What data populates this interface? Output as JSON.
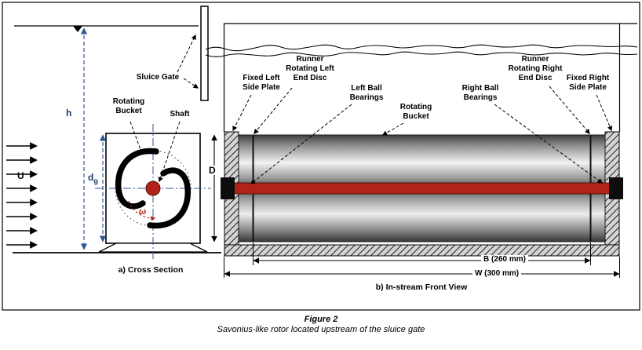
{
  "figure": {
    "title": "Figure 2",
    "subtitle": "Savonius-like rotor located upstream of the sluice gate"
  },
  "cross_section": {
    "caption": "a) Cross Section",
    "sluice_gate_label": "Sluice Gate",
    "rotating_bucket_label": [
      "Rotating",
      "Bucket"
    ],
    "shaft_label": "Shaft",
    "water_depth_symbol": "h",
    "flow_velocity_symbol": "U",
    "gate_opening_symbol": "d",
    "gate_opening_subscript": "g",
    "angular_velocity_symbol": "ω"
  },
  "front_view": {
    "caption": "b) In-stream Front View",
    "fixed_left_side_plate_label": [
      "Fixed Left",
      "Side Plate"
    ],
    "runner_left_end_disc_label": [
      "Runner",
      "Rotating Left",
      "End Disc"
    ],
    "left_ball_bearings_label": [
      "Left Ball",
      "Bearings"
    ],
    "rotating_bucket_label": [
      "Rotating",
      "Bucket"
    ],
    "right_ball_bearings_label": [
      "Right Ball",
      "Bearings"
    ],
    "runner_right_end_disc_label": [
      "Runner",
      "Rotating Right",
      "End Disc"
    ],
    "fixed_right_side_plate_label": [
      "Fixed Right",
      "Side Plate"
    ],
    "rotor_diameter_symbol": "D",
    "bucket_width_dim": "B (260 mm)",
    "channel_width_dim": "W (300 mm)"
  },
  "colors": {
    "dimension_blue": "#2F5597",
    "shaft_red": "#B02318",
    "symbol_navy": "#1F3864"
  }
}
